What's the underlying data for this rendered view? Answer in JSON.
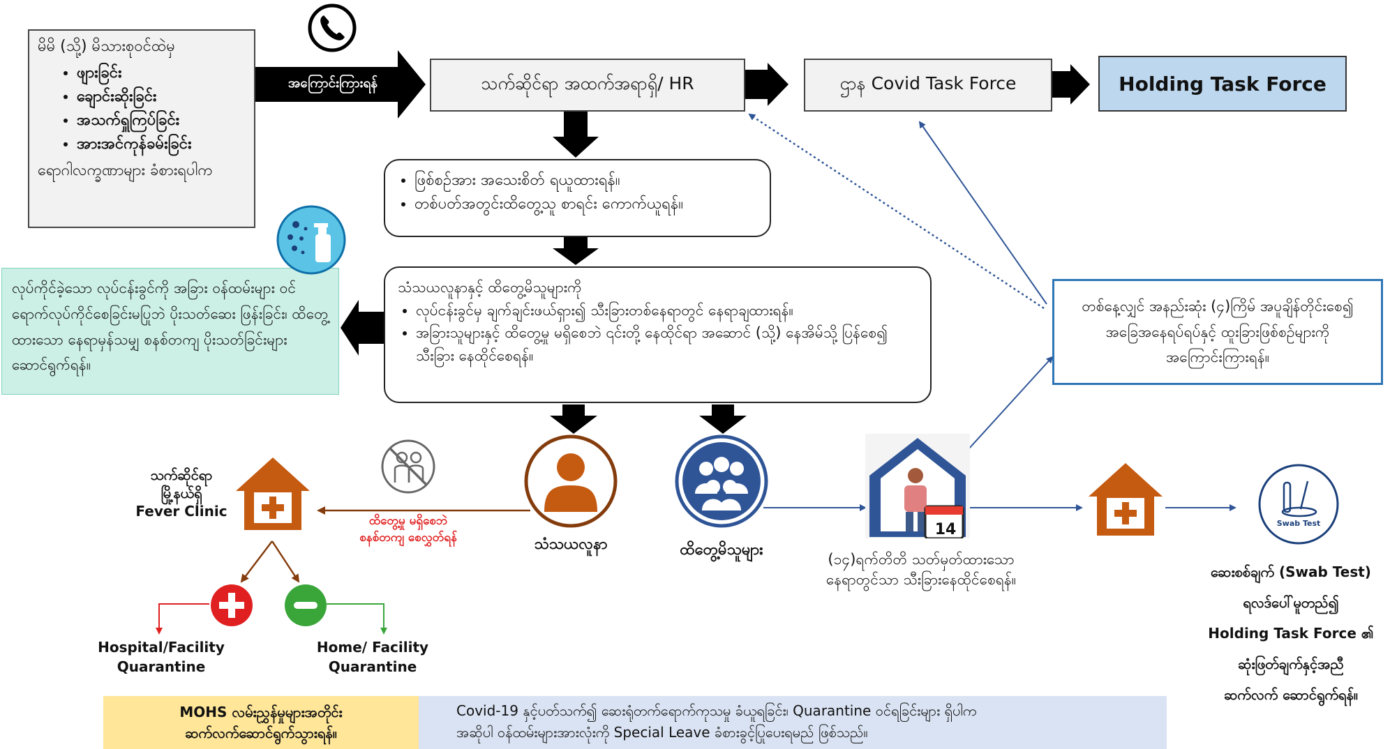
{
  "symptoms": {
    "intro": "မိမိ (သို့) မိသားစုဝင်ထဲမှ",
    "items": [
      "ဖျားခြင်း",
      "ချောင်းဆိုးခြင်း",
      "အသက်ရှူကြပ်ခြင်း",
      "အားအင်ကုန်ခမ်းခြင်း"
    ],
    "outro": "ရောဂါလက္ခဏာများ ခံစားရပါက"
  },
  "arrow_notify_label": "အကြောင်းကြားရန်",
  "hr_box": "သက်ဆိုင်ရာ အထက်အရာရှိ/ HR",
  "covid_taskforce": "ဌာန Covid Task Force",
  "holding_taskforce": "Holding Task Force",
  "note_box": [
    "ဖြစ်စဉ်အား အသေးစိတ် ရယူထားရန်။",
    "တစ်ပတ်အတွင်းထိတွေ့သူ စာရင်း ကောက်ယူရန်။"
  ],
  "isolation_box": {
    "title": "သံသယလူနာနှင့် ထိတွေ့မိသူများကို",
    "items": [
      "လုပ်ငန်းခွင်မှ ချက်ချင်းဖယ်ရှား၍ သီးခြားတစ်နေရာတွင် နေရာချထားရန်။",
      "အခြားသူများနှင့် ထိတွေ့မှု မရှိစေဘဲ ၎င်းတို့ နေထိုင်ရာ အဆောင် (သို့) နေအိမ်သို့ ပြန်စေ၍ သီးခြား နေထိုင်စေရန်။"
    ]
  },
  "disinfect_box": "လုပ်ကိုင်ခဲ့သော လုပ်ငန်းခွင်ကို အခြား ဝန်ထမ်းများ ဝင်ရောက်လုပ်ကိုင်စေခြင်းမပြုဘဲ ပိုးသတ်ဆေး ဖြန်းခြင်း၊ ထိတွေ့ထားသော နေရာမှန်သမျှ စနစ်တကျ ပိုးသတ်ခြင်းများ ဆောင်ရွက်ရန်။",
  "daily_report_box": "တစ်နေ့လျှင် အနည်းဆုံး (၄)ကြိမ် အပူချိန်တိုင်းစေ၍ အခြေအနေရပ်ရပ်နှင့် ထူးခြားဖြစ်စဉ်များကို အကြောင်းကြားရန်။",
  "fever_clinic": [
    "သက်ဆိုင်ရာ",
    "မြို့နယ်ရှိ",
    "Fever Clinic"
  ],
  "avoid_contact_label": [
    "ထိတွေ့မှု မရှိစေဘဲ",
    "စနစ်တကျ စေလွှတ်ရန်"
  ],
  "suspect_label": "သံသယလူနာ",
  "contacts_label": "ထိတွေ့မိသူများ",
  "quarantine_14_label": [
    "(၁၄)ရက်တိတိ သတ်မှတ်ထားသော",
    "နေရာတွင်သာ သီးခြားနေထိုင်စေရန်။"
  ],
  "calendar_number": "14",
  "swab_icon_label": "Swab Test",
  "swab_text": [
    "ဆေးစစ်ချက် (Swab Test)",
    "ရလဒ်ပေါ်မူတည်၍",
    "Holding Task Force ၏",
    "ဆုံးဖြတ်ချက်နှင့်အညီ",
    "ဆက်လက် ဆောင်ရွက်ရန်။"
  ],
  "positive_dest": [
    "Hospital/Facility",
    "Quarantine"
  ],
  "negative_dest": [
    "Home/ Facility",
    "Quarantine"
  ],
  "footer_left": [
    "MOHS လမ်းညွှန်မှုများအတိုင်း",
    "ဆက်လက်ဆောင်ရွက်သွားရန်။"
  ],
  "footer_right": [
    "Covid-19 နှင့်ပတ်သက်၍ ဆေးရုံတက်ရောက်ကုသမှု ခံယူရခြင်း၊ Quarantine ဝင်ရခြင်းများ ရှိပါက",
    "အဆိုပါ ဝန်ထမ်းများအားလုံးကို Special Leave ခံစားခွင့်ပြုပေးရမည် ဖြစ်သည်။"
  ],
  "colors": {
    "house": "#c55a11",
    "person_brown": "#c55a11",
    "group_blue": "#2f5597",
    "disinfect_bg": "#ccf0e6",
    "holding_bg": "#bdd7ee",
    "footer_left_bg": "#ffe699",
    "footer_right_bg": "#dae3f3",
    "arrow_brown": "#843c0c",
    "arrow_blue": "#2f5597",
    "positive_red": "#e02020",
    "negative_green": "#3aa63a"
  }
}
